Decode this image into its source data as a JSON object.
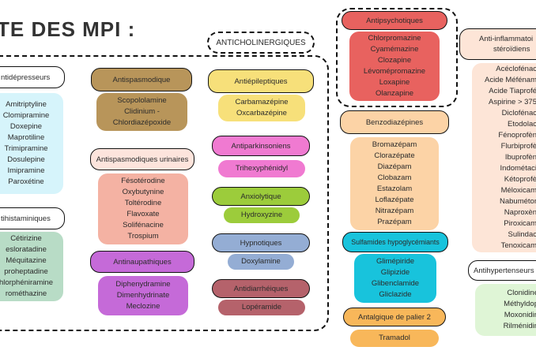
{
  "title": "TE DES MPI :",
  "anticholinergiques_label": "ANTICHOLINERGIQUES",
  "groups": {
    "antidepresseurs": {
      "header": "ntidépresseurs",
      "items": [
        "Amitriptyline",
        "Clomipramine",
        "Doxepine",
        "Maprotiline",
        "Trimipramine",
        "Dosulepine",
        "Imipramine",
        "Paroxétine"
      ]
    },
    "antihistaminiques": {
      "header": "tihistaminiques",
      "items": [
        "Cétirizine",
        "esloratadine",
        "Méquitazine",
        "proheptadine",
        "hlorphéniramine",
        "rométhazine"
      ]
    },
    "antispasmodique": {
      "header": "Antispasmodique",
      "items": [
        "Scopololamine",
        "Clidinium -",
        "Chlordiazépoxide"
      ]
    },
    "antispasmodiques_urinaires": {
      "header": "Antispasmodiques urinaires",
      "items": [
        "Fésotérodine",
        "Oxybutynine",
        "Toltérodine",
        "Flavoxate",
        "Solifénacine",
        "Trospium"
      ]
    },
    "antinaupathiques": {
      "header": "Antinaupathiques",
      "items": [
        "Diphenydramine",
        "Dimenhydrinate",
        "Meclozine"
      ]
    },
    "antiepileptiques": {
      "header": "Antiépileptiques",
      "items": [
        "Carbamazépine",
        "Oxcarbazépine"
      ]
    },
    "antiparkinsoniens": {
      "header": "Antiparkinsoniens",
      "items": [
        "Trihexyphénidyl"
      ]
    },
    "anxiolytique": {
      "header": "Anxiolytique",
      "items": [
        "Hydroxyzine"
      ]
    },
    "hypnotiques": {
      "header": "Hypnotiques",
      "items": [
        "Doxylamine"
      ]
    },
    "antidiarrheiques": {
      "header": "Antidiarrhéiques",
      "items": [
        "Lopéramide"
      ]
    },
    "antipsychotiques": {
      "header": "Antipsychotiques",
      "items": [
        "Chlorpromazine",
        "Cyamémazine",
        "Clozapine",
        "Lévomépromazine",
        "Loxapine",
        "Olanzapine"
      ]
    },
    "benzodiazepines": {
      "header": "Benzodiazépines",
      "items": [
        "Bromazépam",
        "Clorazépate",
        "Diazépam",
        "Clobazam",
        "Estazolam",
        "Loflazépate",
        "Nitrazépam",
        "Prazépam"
      ]
    },
    "sulfamides": {
      "header": "Sulfamides hypoglycémiants",
      "items": [
        "Glimépiride",
        "Glipizide",
        "Glibenclamide",
        "Gliclazide"
      ]
    },
    "antalgique": {
      "header": "Antalgique de palier 2",
      "items": [
        "Tramadol"
      ]
    },
    "ains": {
      "header_line1": "Anti-inflammatoi",
      "header_line2": "stéroïdiens",
      "items": [
        "Acéclofénac",
        "Acide Méfénam",
        "Acide Tiaprofé",
        "Aspirine > 375",
        "Diclofénac",
        "Etodolac",
        "Fénoprofèn",
        "Flurbiprofè",
        "Ibuprofèn",
        "Indométaci",
        "Kétoprofè",
        "Méloxicam",
        "Nabumétor",
        "Naproxèn",
        "Piroxicam",
        "Sulindac",
        "Tenoxicam"
      ]
    },
    "antihypertenseurs": {
      "header": "Antihypertenseurs",
      "items": [
        "Clonidine",
        "Méthyldop",
        "Moxonidin",
        "Rilménidin"
      ]
    }
  },
  "colors": {
    "antidepresseurs": "#d6f4fb",
    "antihistaminiques": "#b8dcc6",
    "antispasmodique": "#b8955a",
    "antispasmodiques_urinaires": "#f4b2a3",
    "antinaupathiques": "#c56ad8",
    "antiepileptiques": "#f7e07a",
    "antiparkinsoniens": "#f07ad1",
    "anxiolytique": "#9ccc3b",
    "hypnotiques": "#94add4",
    "antidiarrheiques": "#b5626b",
    "antipsychotiques": "#e8625f",
    "benzodiazepines": "#fcd3a6",
    "sulfamides": "#18c3dc",
    "antalgique": "#f8b75a",
    "ains": "#fde5d7",
    "antihypertenseurs": "#dff5d6"
  }
}
